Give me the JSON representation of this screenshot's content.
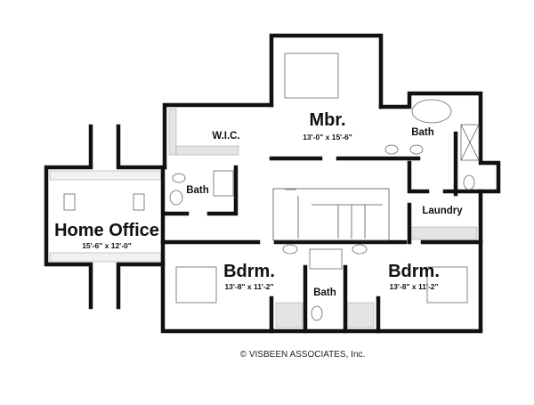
{
  "rooms": {
    "master": {
      "name": "Mbr.",
      "dims": "13'-0\" x 15'-6\""
    },
    "walk_in_closet": {
      "name": "W.I.C."
    },
    "master_bath": {
      "name": "Bath"
    },
    "hall_bath": {
      "name": "Bath"
    },
    "laundry": {
      "name": "Laundry"
    },
    "home_office": {
      "name": "Home Office",
      "dims": "15'-6\" x 12'-0\""
    },
    "bedroom_left": {
      "name": "Bdrm.",
      "dims": "13'-8\" x 11'-2\""
    },
    "shared_bath": {
      "name": "Bath"
    },
    "bedroom_right": {
      "name": "Bdrm.",
      "dims": "13'-8\" x 11'-2\""
    }
  },
  "stairs": {
    "label": "DOWN"
  },
  "copyright": "© VISBEEN ASSOCIATES, Inc."
}
